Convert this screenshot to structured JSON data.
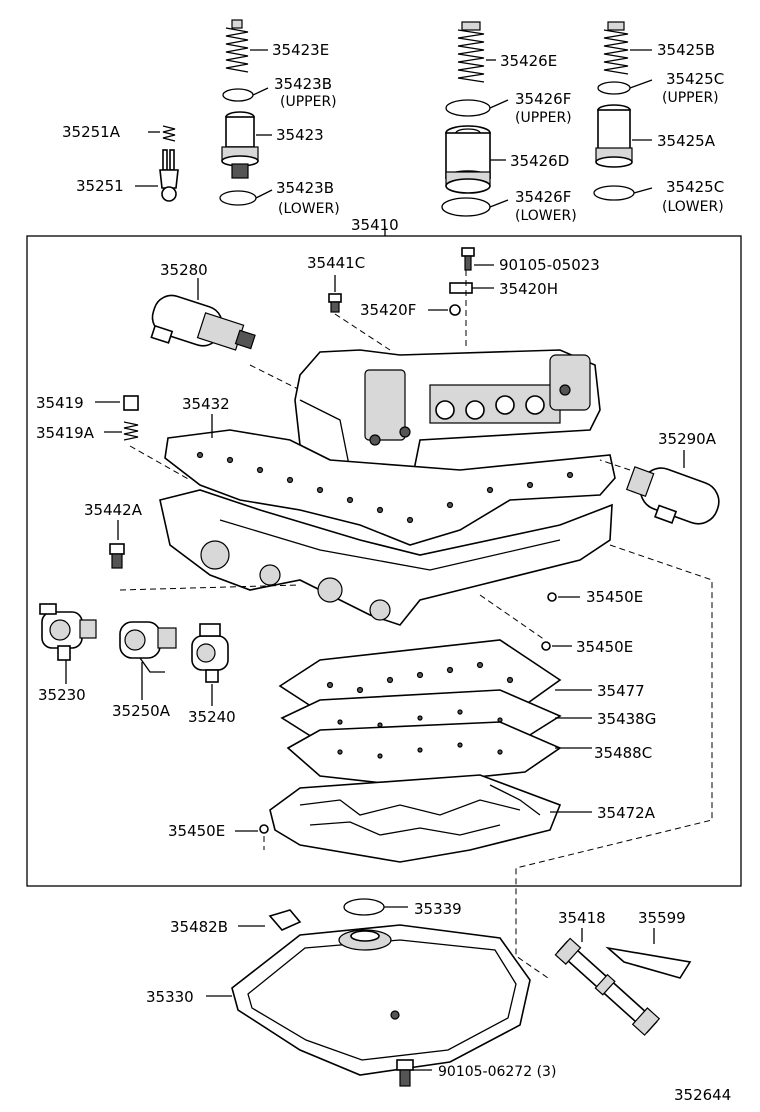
{
  "diagram": {
    "figure_id": "352644",
    "assembly_label": "35410",
    "labels": {
      "p35423E": "35423E",
      "p35423B_u": "35423B",
      "upper1": "(UPPER)",
      "p35423": "35423",
      "p35423B_l": "35423B",
      "lower1": "(LOWER)",
      "p35251A": "35251A",
      "p35251": "35251",
      "p35426E": "35426E",
      "p35426F_u": "35426F",
      "upper2": "(UPPER)",
      "p35426D": "35426D",
      "p35426F_l": "35426F",
      "lower2": "(LOWER)",
      "p35425B": "35425B",
      "p35425C_u": "35425C",
      "upper3": "(UPPER)",
      "p35425A": "35425A",
      "p35425C_l": "35425C",
      "lower3": "(LOWER)",
      "p35280": "35280",
      "p35441C": "35441C",
      "p90105_05023": "90105-05023",
      "p35420H": "35420H",
      "p35420F": "35420F",
      "p35419": "35419",
      "p35419A": "35419A",
      "p35432": "35432",
      "p35290A": "35290A",
      "p35442A": "35442A",
      "p35450E_1": "35450E",
      "p35450E_2": "35450E",
      "p35230": "35230",
      "p35250A": "35250A",
      "p35240": "35240",
      "p35477": "35477",
      "p35438G": "35438G",
      "p35488C": "35488C",
      "p35472A": "35472A",
      "p35450E_3": "35450E",
      "p35339": "35339",
      "p35482B": "35482B",
      "p35418": "35418",
      "p35599": "35599",
      "p35330": "35330",
      "p90105_06272": "90105-06272 (3)"
    }
  }
}
